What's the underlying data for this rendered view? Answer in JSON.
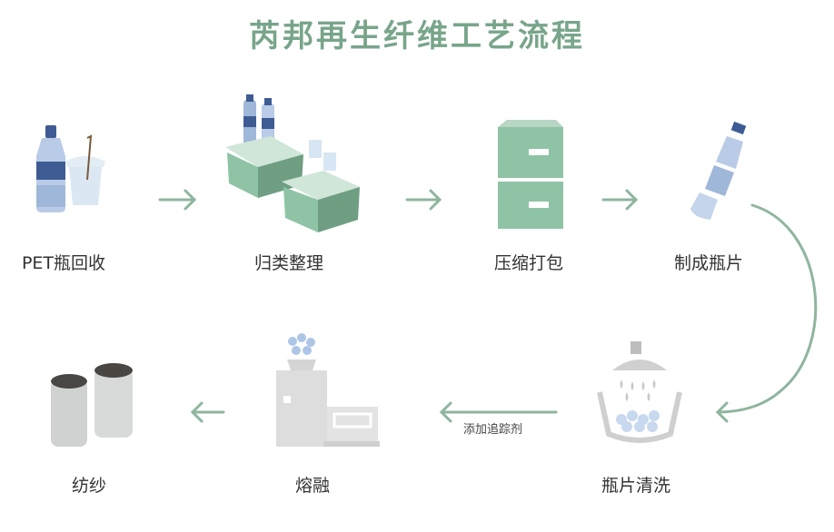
{
  "title": "芮邦再生纤维工艺流程",
  "colors": {
    "title": "#78a58a",
    "arrow": "#8fb59e",
    "box": "#8fc3a5",
    "box_dark": "#6f9e83",
    "bottle": "#9fb7d8",
    "bottle_dark": "#3e5c93",
    "grey_machine": "#d9d9d9",
    "spool": "#cfd2d0",
    "spool_cap": "#4a4643"
  },
  "steps": [
    {
      "label": "PET瓶回收",
      "icon": "bottle-and-cup-icon"
    },
    {
      "label": "归类整理",
      "icon": "sorting-boxes-icon"
    },
    {
      "label": "压缩打包",
      "icon": "compressed-bales-icon"
    },
    {
      "label": "制成瓶片",
      "icon": "bottle-flakes-icon"
    },
    {
      "label": "瓶片清洗",
      "icon": "washing-basin-icon"
    },
    {
      "label": "熔融",
      "icon": "melting-machine-icon"
    },
    {
      "label": "纺纱",
      "icon": "yarn-spools-icon"
    }
  ],
  "edge_note": "添加追踪剂"
}
